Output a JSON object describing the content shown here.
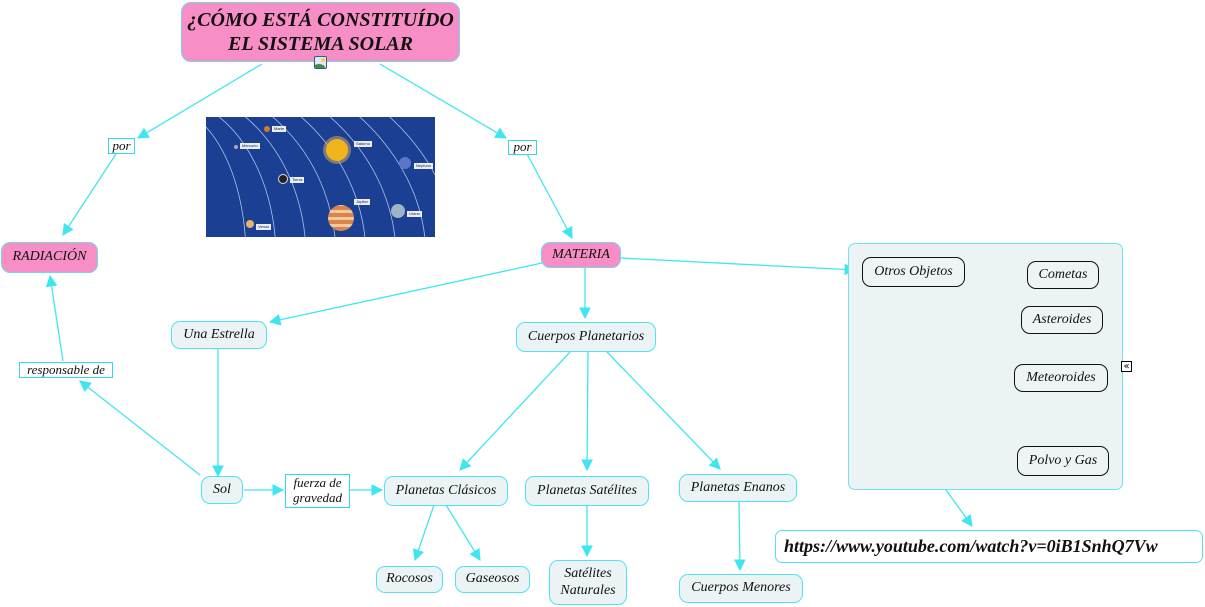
{
  "title": "¿CÓMO ESTÁ CONSTITUÍDO EL SISTEMA SOLAR",
  "colors": {
    "pink_node": "#f78fc6",
    "concept_fill": "#ecf3f5",
    "cyan_edge": "#3fe6f0",
    "green_edge": "#2f9a62",
    "dark_border": "#111111"
  },
  "image": {
    "icon": "image-icon",
    "planet_labels": [
      "Marte",
      "Mercurio",
      "Saturno",
      "Neptuno",
      "Tierra",
      "Júpiter",
      "Urano",
      "Venus"
    ]
  },
  "nodes": {
    "radiacion": "RADIACIÓN",
    "materia": "MATERIA",
    "una_estrella": "Una Estrella",
    "cuerpos_planetarios": "Cuerpos Planetarios",
    "sol": "Sol",
    "planetas_clasicos": "Planetas Clásicos",
    "planetas_satelites": "Planetas Satélites",
    "planetas_enanos": "Planetas Enanos",
    "rocosos": "Rocosos",
    "gaseosos": "Gaseosos",
    "satelites_naturales": "Satélites Naturales",
    "cuerpos_menores": "Cuerpos Menores",
    "otros_objetos": "Otros Objetos",
    "cometas": "Cometas",
    "asteroides": "Asteroides",
    "meteoroides": "Meteoroides",
    "polvo_gas": "Polvo y Gas",
    "url": "https://www.youtube.com/watch?v=0iB1SnhQ7Vw"
  },
  "linking_phrases": {
    "por_left": "por",
    "por_right": "por",
    "responsable_de": "responsable de",
    "fuerza_de_gravedad": "fuerza de gravedad"
  },
  "collapse_icon_glyph": "«"
}
